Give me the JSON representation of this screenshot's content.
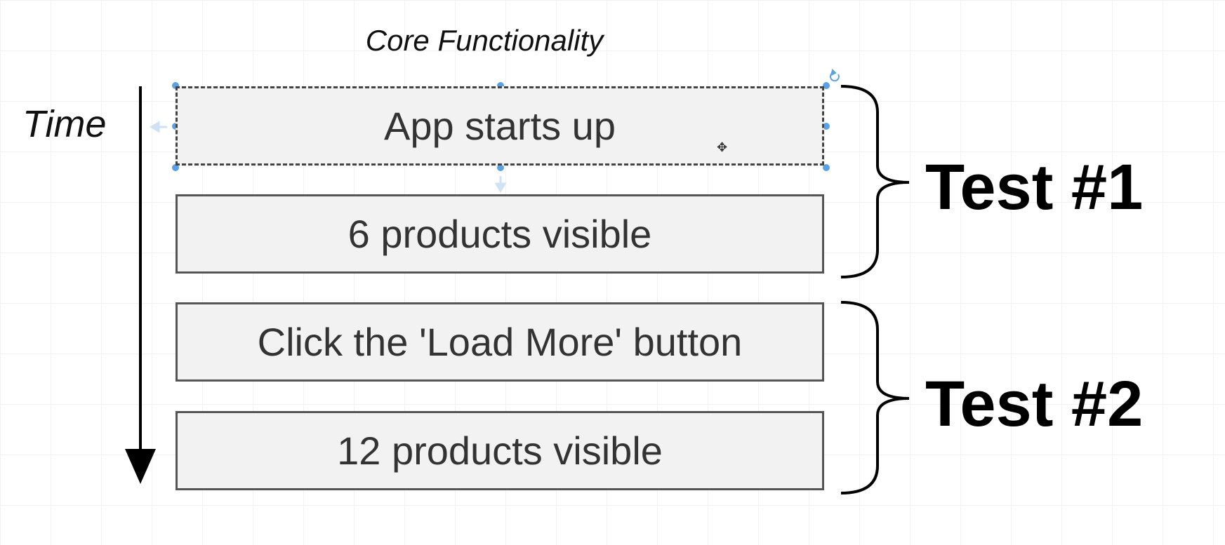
{
  "diagram": {
    "title": "Core Functionality",
    "axis_label": "Time",
    "steps": [
      {
        "label": "App starts up",
        "selected": true
      },
      {
        "label": "6 products visible"
      },
      {
        "label": "Click the 'Load More' button"
      },
      {
        "label": "12 products visible"
      }
    ],
    "groups": [
      {
        "label": "Test #1"
      },
      {
        "label": "Test #2"
      }
    ]
  },
  "colors": {
    "selection_handle": "#5aa2e6",
    "box_fill": "#f2f2f2",
    "box_border": "#555555"
  }
}
